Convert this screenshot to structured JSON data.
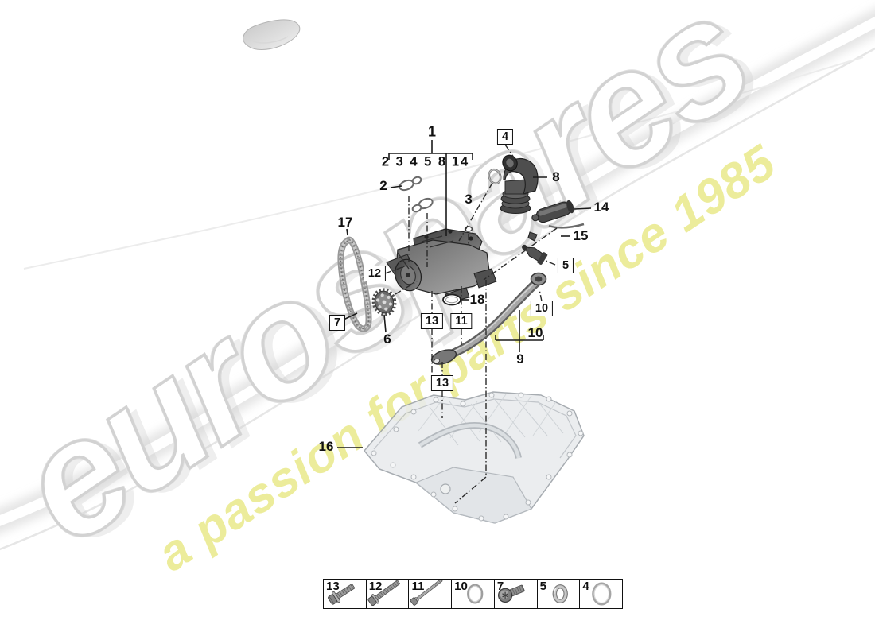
{
  "watermark": {
    "brand_text": "eurospares",
    "tagline_text": "a passion for parts since 1985",
    "brand_outline_color": "#d2d2d2",
    "tagline_color": "#ecec96"
  },
  "diagram": {
    "assembly_group": {
      "parent_label": "1",
      "members_left": "2 3 4 5 8",
      "members_right": "14"
    },
    "part_labels": {
      "p2": "2",
      "p3": "3",
      "p6": "6",
      "p8": "8",
      "p9": "9",
      "p10": "10",
      "p14": "14",
      "p15": "15",
      "p16": "16",
      "p17": "17",
      "p18": "18"
    },
    "boxed_labels": {
      "b4": "4",
      "b5": "5",
      "b7": "7",
      "b10": "10",
      "b11": "11",
      "b12": "12",
      "b13a": "13",
      "b13b": "13"
    },
    "parts": {
      "pump": "oil-pump",
      "chain": "timing-chain",
      "sprocket": "pump-sprocket",
      "elbow": "oil-filler-elbow",
      "pipe": "oil-suction-pipe",
      "sump": "oil-sump-pan"
    }
  },
  "legend": {
    "items": [
      {
        "ref": "13",
        "icon": "flange-bolt-icon"
      },
      {
        "ref": "12",
        "icon": "long-bolt-icon"
      },
      {
        "ref": "11",
        "icon": "stud-bolt-icon"
      },
      {
        "ref": "10",
        "icon": "o-ring-icon"
      },
      {
        "ref": "7",
        "icon": "torx-screw-icon"
      },
      {
        "ref": "5",
        "icon": "seal-ring-icon"
      },
      {
        "ref": "4",
        "icon": "o-ring-large-icon"
      }
    ]
  }
}
